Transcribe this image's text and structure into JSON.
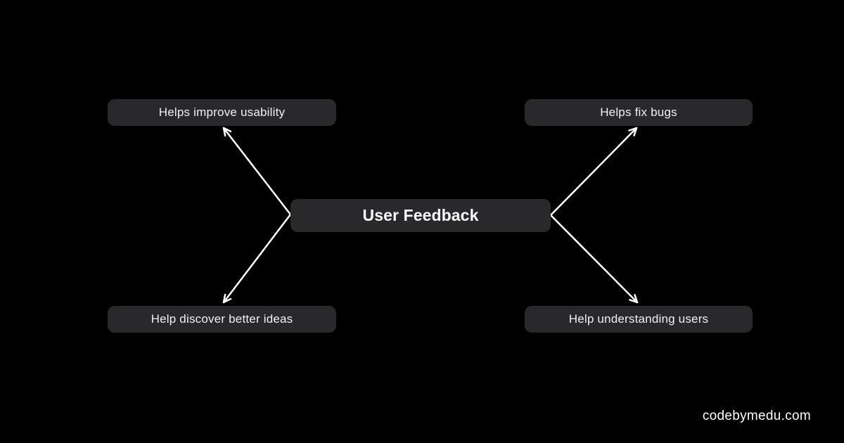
{
  "diagram": {
    "center": {
      "label": "User Feedback"
    },
    "nodes": {
      "top_left": {
        "label": "Helps improve usability"
      },
      "top_right": {
        "label": "Helps fix bugs"
      },
      "bottom_left": {
        "label": "Help discover better ideas"
      },
      "bottom_right": {
        "label": "Help understanding users"
      }
    },
    "edges": [
      {
        "from": "center",
        "to": "top_left"
      },
      {
        "from": "center",
        "to": "bottom_left"
      },
      {
        "from": "center",
        "to": "top_right"
      },
      {
        "from": "center",
        "to": "bottom_right"
      }
    ]
  },
  "watermark": {
    "text": "codebymedu.com"
  },
  "colors": {
    "background": "#000000",
    "node-bg": "#29292c",
    "node-text": "#f1f1f2",
    "center-text": "#fafafa",
    "arrow": "#ffffff"
  }
}
